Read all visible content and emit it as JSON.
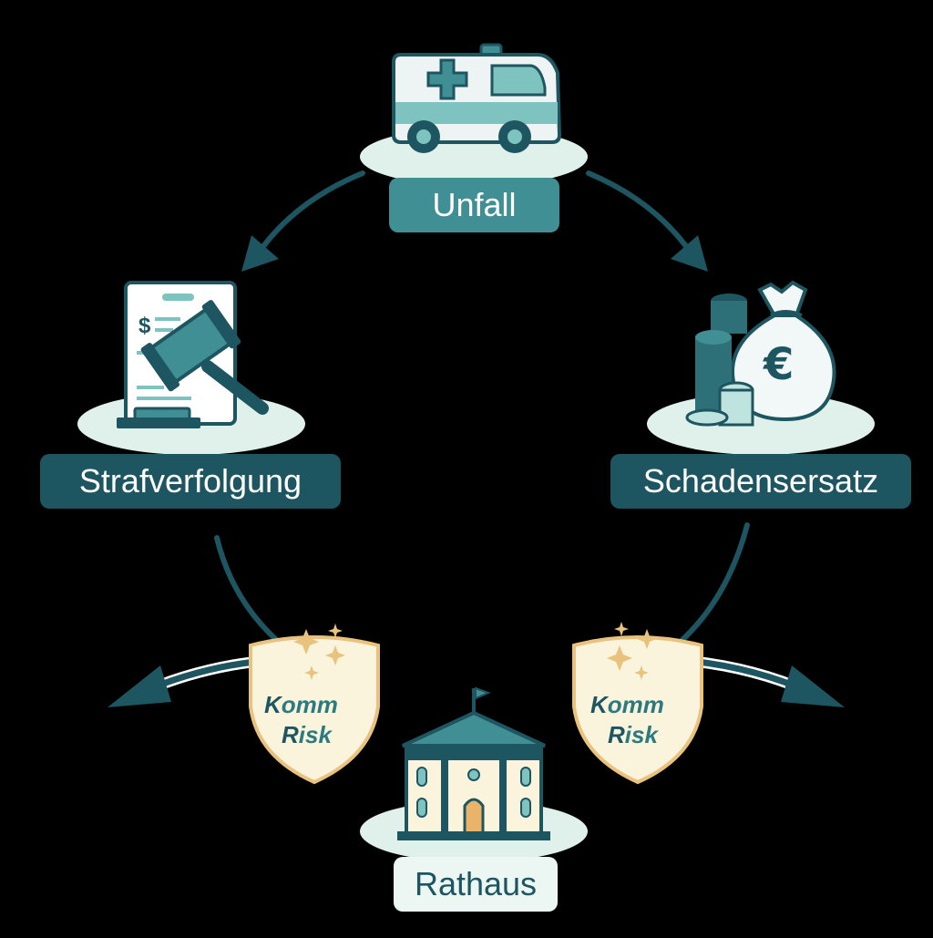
{
  "diagram": {
    "nodes": {
      "unfall": {
        "label": "Unfall",
        "icon": "ambulance-icon"
      },
      "strafverfolgung": {
        "label": "Strafverfolgung",
        "icon": "gavel-document-icon"
      },
      "schadensersatz": {
        "label": "Schadensersatz",
        "icon": "money-bag-euro-icon"
      },
      "rathaus": {
        "label": "Rathaus",
        "icon": "town-hall-icon"
      }
    },
    "shields": [
      {
        "line1_cap": "K",
        "line1_rest": "omm",
        "line2_cap": "R",
        "line2_rest": "isk",
        "icon": "komm-risk-shield-icon"
      },
      {
        "line1_cap": "K",
        "line1_rest": "omm",
        "line2_cap": "R",
        "line2_rest": "isk",
        "icon": "komm-risk-shield-icon"
      }
    ],
    "edges": [
      {
        "from": "unfall",
        "to": "strafverfolgung"
      },
      {
        "from": "unfall",
        "to": "schadensersatz"
      },
      {
        "from": "strafverfolgung",
        "to": "shield-left"
      },
      {
        "from": "schadensersatz",
        "to": "shield-right"
      }
    ]
  },
  "colors": {
    "background": "#000000",
    "dark_teal": "#1d5560",
    "teal": "#3f8f94",
    "light_mint": "#dff1ea",
    "gold": "#e9c27d",
    "shield_fill": "#fbf4dc"
  }
}
